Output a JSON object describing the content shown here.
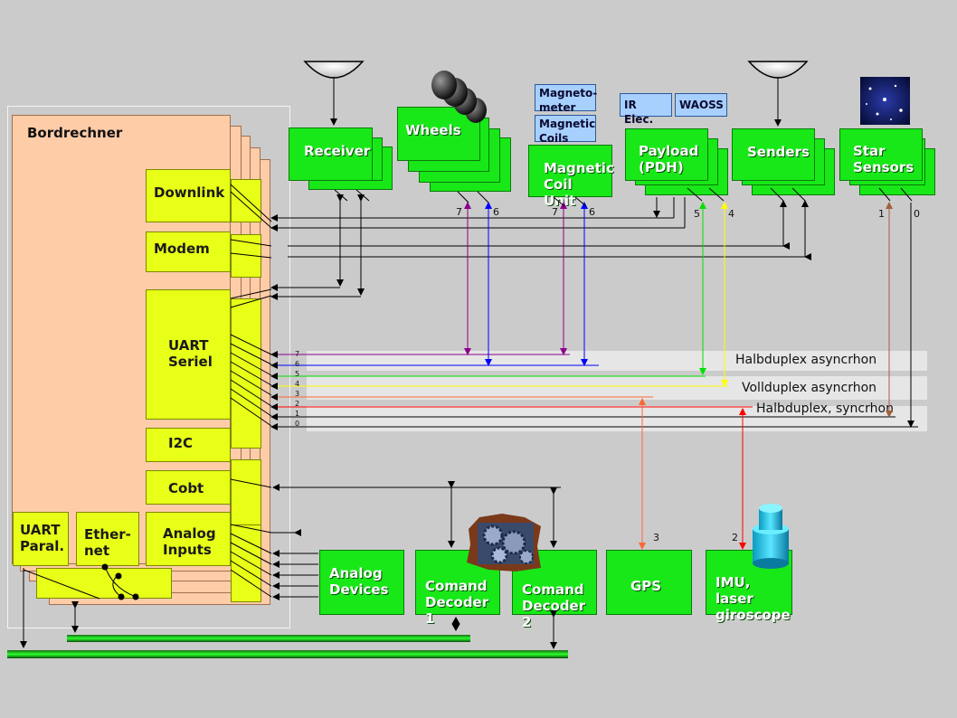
{
  "obc": {
    "title": "Bordrechner",
    "modules": {
      "downlink": "Downlink",
      "modem": "Modem",
      "uart_seriel": "UART Seriel",
      "i2c": "I2C",
      "cobt": "Cobt",
      "uart_paral": "UART Paral.",
      "ethernet": "Ether-net",
      "analog_inputs": "Analog Inputs"
    },
    "port_numbers": [
      "7",
      "6",
      "5",
      "4",
      "3",
      "2",
      "1",
      "0"
    ]
  },
  "top_units": {
    "receiver": "Receiver",
    "wheels": "Wheels",
    "magnetometer": "Magneto-meter",
    "magnetic_coils": "Magnetic Coils",
    "magnetic_coil_unit": "Magnetic Coil Unit",
    "ir_elec": "IR Elec.",
    "waoss": "WAOSS",
    "payload": "Payload (PDH)",
    "senders": "Senders",
    "star_sensors": "Star Sensors"
  },
  "bottom_units": {
    "analog_devices": "Analog Devices",
    "comand_decoder_1": "Comand Decoder 1",
    "comand_decoder_2": "Comand Decoder 2",
    "gps": "GPS",
    "imu": "IMU, laser giroscope"
  },
  "buses": {
    "halbduplex_async": "Halbduplex asyncrhon",
    "vollduplex_async": "Vollduplex asyncrhon",
    "halbduplex_sync": "Halbduplex, syncrhon"
  },
  "line_numbers": {
    "wheels_7": "7",
    "wheels_6": "6",
    "coil_7": "7",
    "coil_6": "6",
    "payload_5": "5",
    "payload_4": "4",
    "star_1": "1",
    "star_0": "0",
    "gps_3": "3",
    "imu_2": "2"
  },
  "colors": {
    "background": "#cbcbcb",
    "unit_green": "#18e818",
    "module_yellow": "#e8ff18",
    "computer_peach": "#ffcca8",
    "line_7": "#8a008a",
    "line_6": "#0000ff",
    "line_5": "#00e000",
    "line_4": "#ffff00",
    "line_3": "#ff6633",
    "line_2": "#ff0000",
    "line_1": "#a0623a",
    "line_0": "#000000"
  },
  "icons": [
    "antenna-dish-icon",
    "reaction-wheel-icon",
    "star-field-icon",
    "gears-icon",
    "imu-cylinder-icon",
    "network-cable-icon"
  ]
}
